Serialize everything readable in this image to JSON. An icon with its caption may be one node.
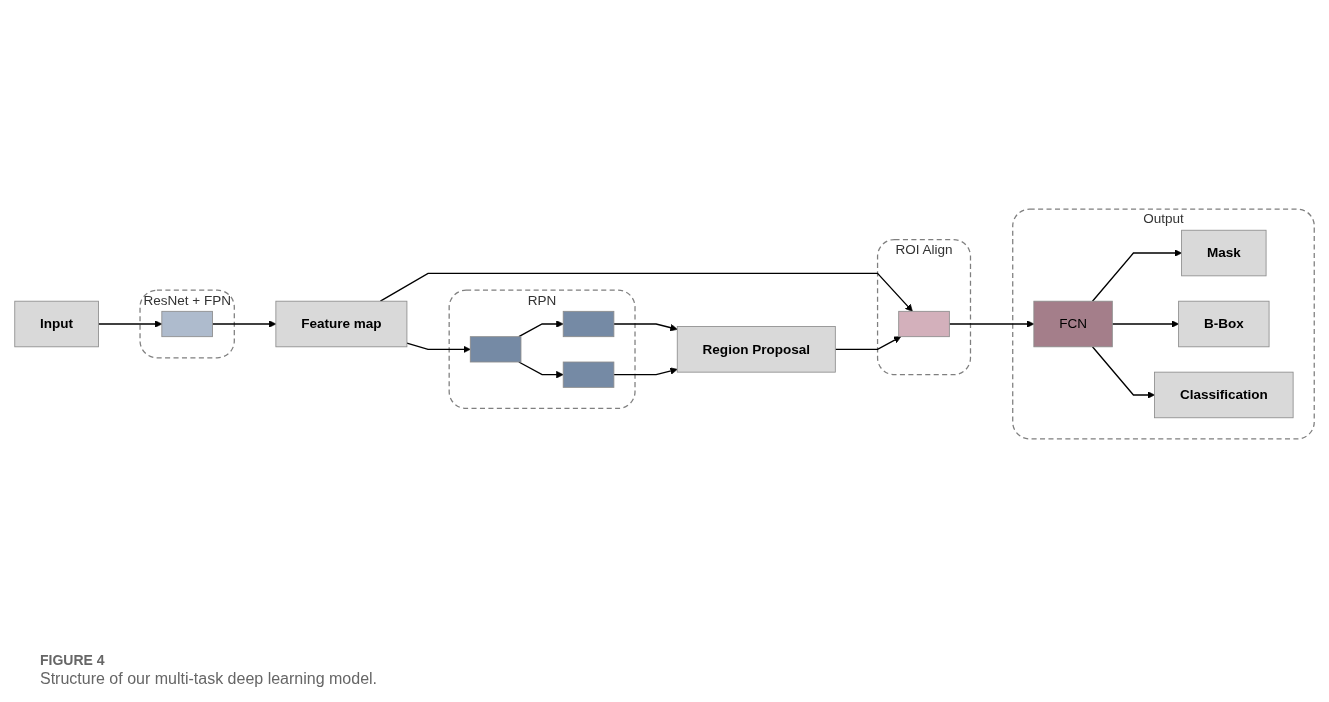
{
  "diagram": {
    "caption": "Structure of our multi-task deep learning model.",
    "nodes": [
      {
        "text": [
          "ResNet + FPN"
        ]
      },
      {
        "text": [],
        "shape": "box",
        "in": 0
      },
      {
        "text": [
          "Input"
        ]
      },
      {
        "text": [
          "Feature map"
        ]
      },
      {
        "text": [
          "RPN"
        ]
      },
      {
        "text": [],
        "shape": "box",
        "in": 4
      },
      {
        "text": [],
        "shape": "box",
        "in": 4
      },
      {
        "text": [],
        "shape": "box",
        "in": 4
      },
      {
        "text": [
          "Region Proposal"
        ]
      },
      {
        "text": [
          "ROI Align"
        ]
      },
      {
        "text": [],
        "shape": "box",
        "in": 9
      },
      {
        "text": [
          "Output"
        ]
      },
      {
        "text": [
          "FCN"
        ],
        "in": 11
      },
      {
        "text": [
          "Mask"
        ],
        "in": 11
      },
      {
        "text": [
          "B-Box"
        ],
        "in": 11
      },
      {
        "text": [
          "Classification"
        ],
        "in": 11
      }
    ],
    "edges": [
      {
        "from": 2,
        "to": 1,
        "arrow": "to"
      },
      {
        "from": 1,
        "to": 3,
        "arrow": "to"
      },
      {
        "from": 3,
        "to": 10,
        "arrow": "to"
      },
      {
        "from": 3,
        "to": 5,
        "arrow": "to"
      },
      {
        "from": 5,
        "to": 6,
        "arrow": "to"
      },
      {
        "from": 5,
        "to": 7,
        "arrow": "to"
      },
      {
        "from": 6,
        "to": 8,
        "arrow": "to"
      },
      {
        "from": 7,
        "to": 8,
        "arrow": "to"
      },
      {
        "from": 8,
        "to": 10,
        "arrow": "to"
      },
      {
        "from": 10,
        "to": 12,
        "arrow": "to"
      },
      {
        "from": 12,
        "to": 13,
        "arrow": "to"
      },
      {
        "from": 12,
        "to": 14,
        "arrow": "to"
      },
      {
        "from": 12,
        "to": 15,
        "arrow": "to"
      }
    ],
    "labels": [
      "FIGURE 4"
    ]
  }
}
